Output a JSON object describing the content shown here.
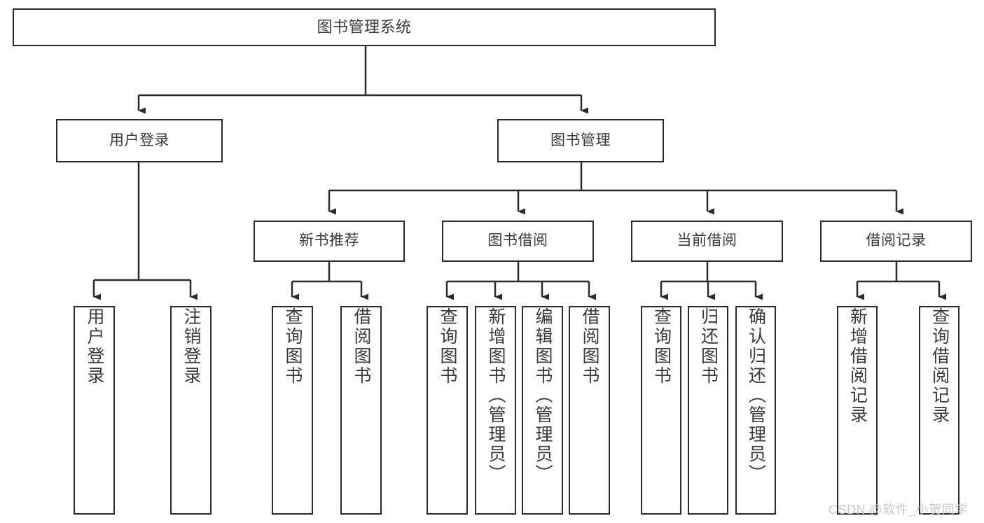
{
  "diagram": {
    "type": "hierarchy-tree",
    "title": "图书管理系统",
    "watermark": "CSDN @软件_小贺同学",
    "colors": {
      "box_border": "#2b2b2b",
      "box_fill": "#ffffff",
      "text": "#3a3a3a",
      "connector": "#2b2b2b",
      "watermark": "#c9c9c9",
      "background": "#ffffff"
    },
    "nodes": {
      "root": {
        "label": "图书管理系统"
      },
      "level2": [
        {
          "label": "用户登录"
        },
        {
          "label": "图书管理"
        }
      ],
      "level3": [
        {
          "label": "新书推荐"
        },
        {
          "label": "图书借阅"
        },
        {
          "label": "当前借阅"
        },
        {
          "label": "借阅记录"
        }
      ],
      "leaves": {
        "user_login": [
          {
            "label": "用户登录"
          },
          {
            "label": "注销登录"
          }
        ],
        "new_book_recommend": [
          {
            "label": "查询图书"
          },
          {
            "label": "借阅图书"
          }
        ],
        "book_borrow": [
          {
            "label": "查询图书"
          },
          {
            "label": "新增图书（管理员）"
          },
          {
            "label": "编辑图书（管理员）"
          },
          {
            "label": "借阅图书"
          }
        ],
        "current_borrow": [
          {
            "label": "查询图书"
          },
          {
            "label": "归还图书"
          },
          {
            "label": "确认归还（管理员）"
          }
        ],
        "borrow_record": [
          {
            "label": "新增借阅记录"
          },
          {
            "label": "查询借阅记录"
          }
        ]
      }
    }
  }
}
